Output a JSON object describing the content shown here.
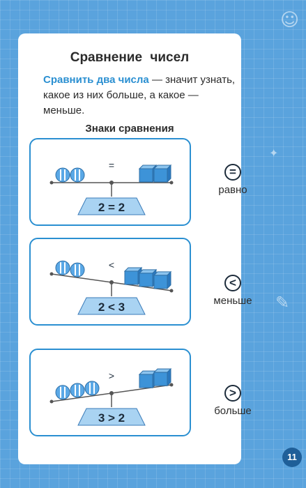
{
  "title": "Сравнение чисел",
  "definition": {
    "term": "Сравнить два числа",
    "text": " — значит узнать, какое из них больше, а какое — меньше."
  },
  "signs_heading": "Знаки сравнения",
  "comparisons": [
    {
      "sign": "=",
      "expression": "2 = 2",
      "label": "равно",
      "balls": 2,
      "cubes": 2
    },
    {
      "sign": "<",
      "expression": "2 < 3",
      "label": "меньше",
      "balls": 2,
      "cubes": 3
    },
    {
      "sign": ">",
      "expression": "3 > 2",
      "label": "больше",
      "balls": 3,
      "cubes": 2
    }
  ],
  "page_number": "11",
  "colors": {
    "background": "#5aa3dd",
    "accent": "#2a8fd1",
    "ball": "#5aa8e6",
    "cube": "#3d93d8",
    "base": "#a9d3f2",
    "page_badge": "#1f5f99"
  }
}
